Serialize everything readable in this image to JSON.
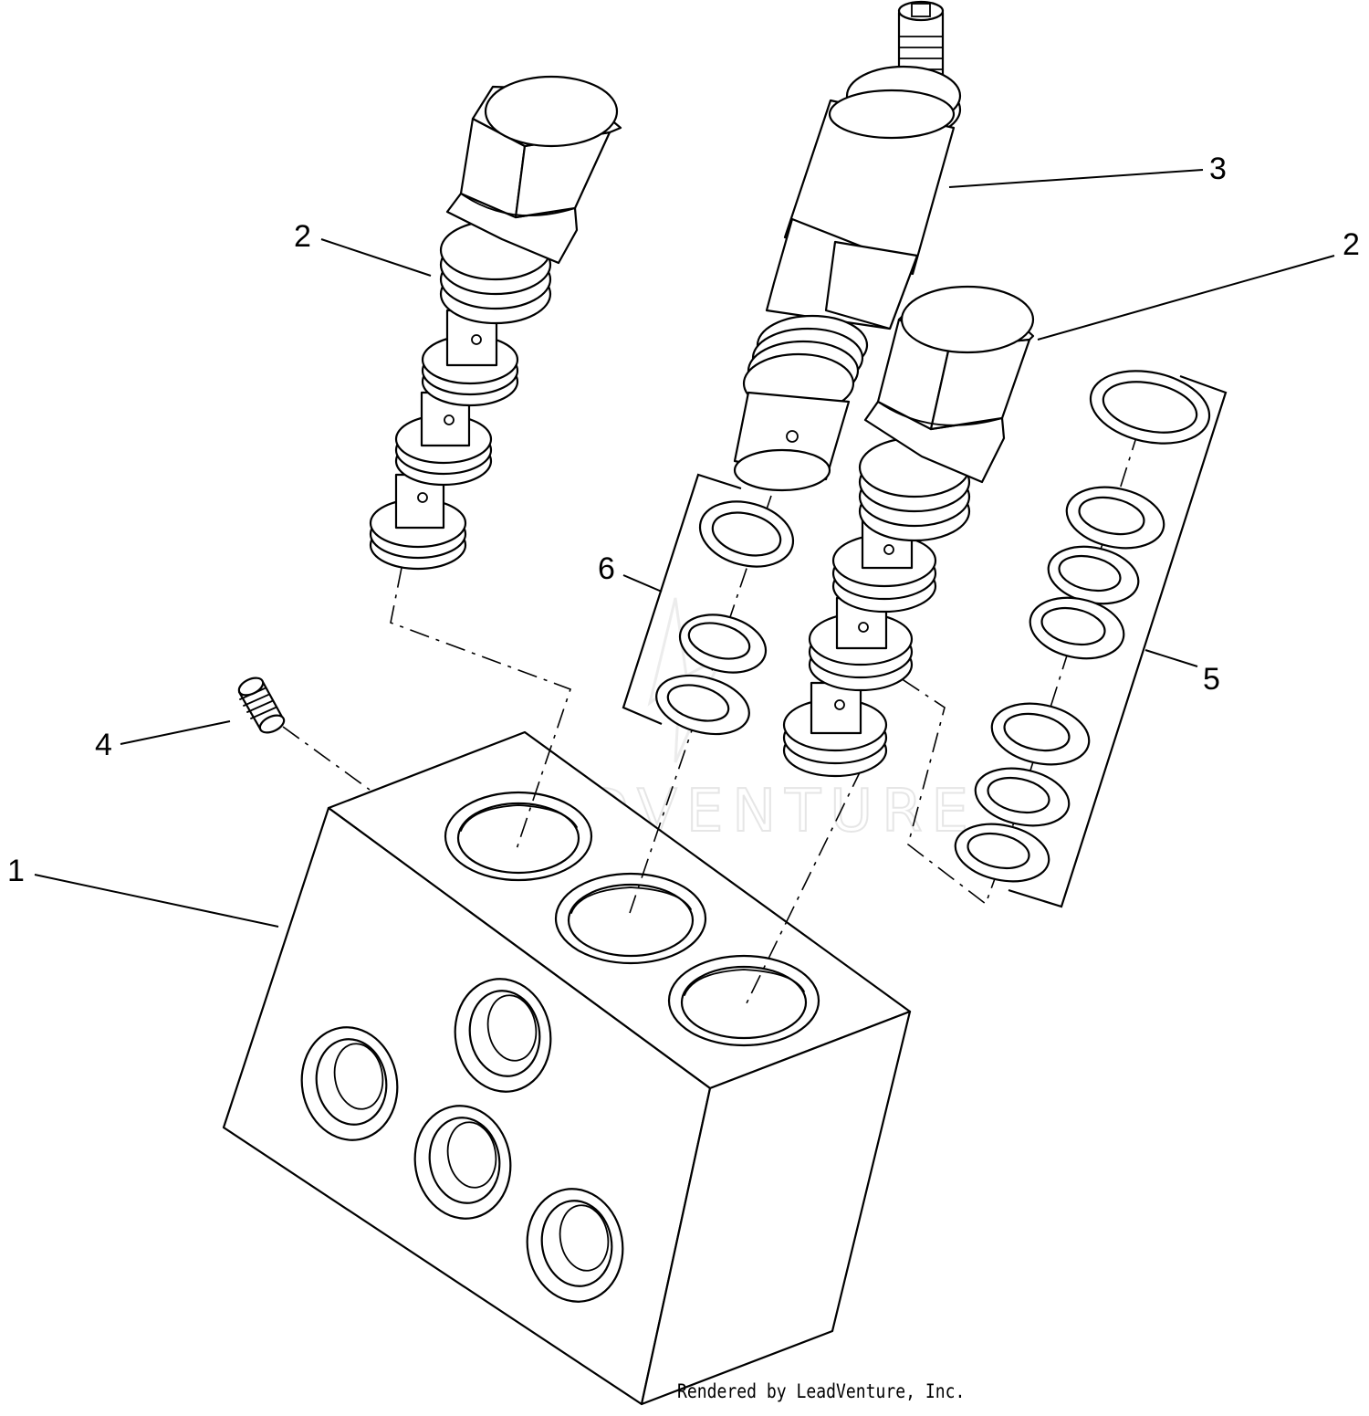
{
  "watermark": "LEADVENTURE",
  "callouts": {
    "manifold_block": "1",
    "cartridge_valve_left": "2",
    "relief_valve": "3",
    "cartridge_valve_right": "2",
    "plug": "4",
    "seal_kit_right": "5",
    "seal_kit_left": "6"
  },
  "footer": {
    "credit": "Rendered by LeadVenture, Inc."
  }
}
